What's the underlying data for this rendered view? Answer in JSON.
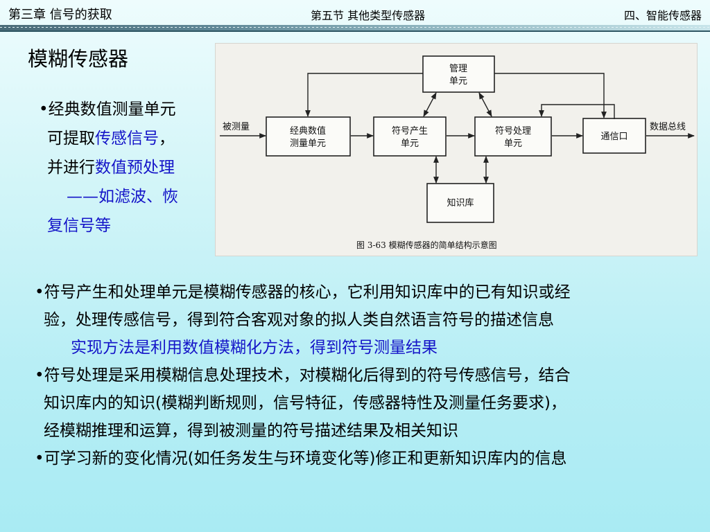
{
  "header": {
    "chapter": "第三章  信号的获取",
    "section": "第五节  其他类型传感器",
    "topic": "四、智能传感器"
  },
  "title": "模糊传感器",
  "left_points": {
    "line1": "•经典数值测量单元",
    "line2_pre": "可提取",
    "line2_blue": "传感信号",
    "line2_post": "，",
    "line3_pre": "并进行",
    "line3_blue": "数值预处理",
    "line4": "——如滤波、恢",
    "line5": "复信号等"
  },
  "figure": {
    "input_label": "被测量",
    "output_label": "数据总线",
    "boxes": {
      "management": [
        "管理",
        "单元"
      ],
      "classical": [
        "经典数值",
        "测量单元"
      ],
      "symbol_gen": [
        "符号产生",
        "单元"
      ],
      "symbol_proc": [
        "符号处理",
        "单元"
      ],
      "comm_port": "通信口",
      "knowledge": "知识库"
    },
    "caption": "图 3-63   模糊传感器的简单结构示意图"
  },
  "bottom_points": {
    "p1_line1": "•符号产生和处理单元是模糊传感器的核心，它利用知识库中的已有知识或经",
    "p1_line2": "验，处理传感信号，得到符合客观对象的拟人类自然语言符号的描述信息",
    "p1_line3": "实现方法是利用数值模糊化方法，得到符号测量结果",
    "p2_line1": "•符号处理是采用模糊信息处理技术，对模糊化后得到的符号传感信号，结合",
    "p2_line2": "知识库内的知识(模糊判断规则，信号特征，传感器特性及测量任务要求)，",
    "p2_line3": "经模糊推理和运算，得到被测量的符号描述结果及相关知识",
    "p3_line1": "•可学习新的变化情况(如任务发生与环境变化等)修正和更新知识库内的信息"
  },
  "colors": {
    "highlight": "#1414c8",
    "background_top": "#eefcfd",
    "background_bottom": "#a9ebf3"
  }
}
